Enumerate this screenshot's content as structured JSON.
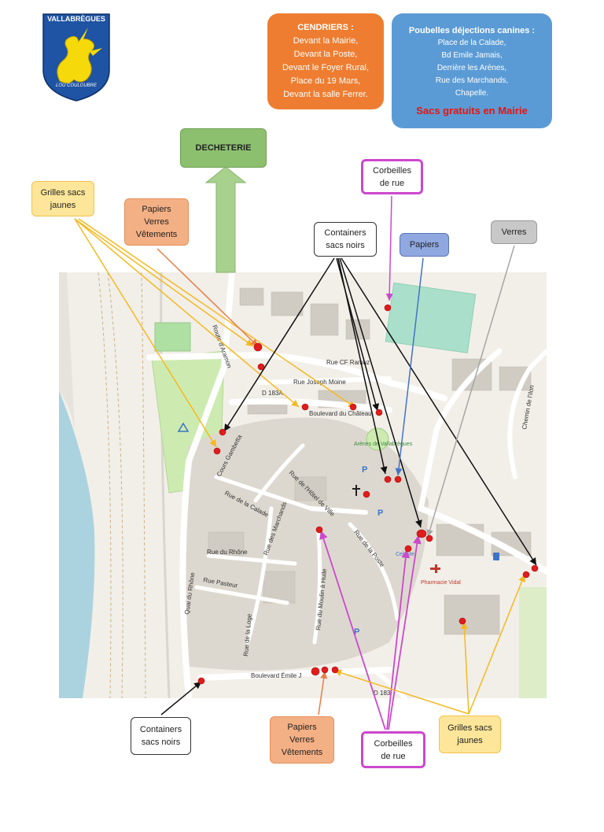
{
  "crest": {
    "title": "VALLABRÈGUES",
    "motto": "LOU COULOUBRE",
    "colors": {
      "shield": "#1f53a3",
      "dragon": "#f5d90a"
    }
  },
  "cendriers": {
    "title": "CENDRIERS :",
    "lines": [
      "Devant la Mairie,",
      "Devant la Poste,",
      "Devant le Foyer Rural,",
      "Place du 19 Mars,",
      "Devant la salle Ferrer."
    ],
    "color": "#ee7d31"
  },
  "poubelles": {
    "title": "Poubelles déjections canines :",
    "lines": [
      "Place de la Calade,",
      "Bd Emile Jamais,",
      "Derrière les Arènes,",
      "Rue des Marchands,",
      "Chapelle."
    ],
    "highlight": "Sacs gratuits en Mairie",
    "color": "#5b9bd5"
  },
  "decheterie": {
    "label": "DECHETERIE",
    "color": "#8cc06e"
  },
  "callouts": {
    "grilles_top": [
      "Grilles sacs",
      "jaunes"
    ],
    "papiers_top": [
      "Papiers",
      "Verres",
      "Vêtements"
    ],
    "corbeilles_top": [
      "Corbeilles",
      "de rue"
    ],
    "containers_top": [
      "Containers",
      "sacs noirs"
    ],
    "papiers_blue": "Papiers",
    "verres": "Verres",
    "containers_bot": [
      "Containers",
      "sacs noirs"
    ],
    "papiers_bot": [
      "Papiers",
      "Verres",
      "Vêtements"
    ],
    "corbeilles_bot": [
      "Corbeilles",
      "de rue"
    ],
    "grilles_bot": [
      "Grilles sacs",
      "jaunes"
    ]
  },
  "map_labels": {
    "route_aramon": "Route d'Aramon",
    "rue_cf_ramuz": "Rue CF Ramuz",
    "rue_joseph_moine": "Rue Joseph Moine",
    "d183a": "D 183A",
    "bd_chateau": "Boulevard du Château",
    "cours_gambetta": "Cours Gambetta",
    "rue_calade": "Rue de la Calade",
    "rue_hotel_ville": "Rue de l'Hôtel de Ville",
    "rue_marchands": "Rue des Marchands",
    "rue_rhone": "Rue du Rhône",
    "rue_pasteur": "Rue Pasteur",
    "quai_rhone": "Quai du Rhône",
    "rue_loge": "Rue de la Loge",
    "rue_moulin": "Rue du Moulin à Huile",
    "rue_poste": "Rue de la Poste",
    "bd_emile": "Boulevard Émile J",
    "arenes": "Arènes de Vallabrègues",
    "celeste": "Celeste",
    "pharmacie": "Pharmacie Vidal",
    "chemin_ilon": "Chemin de l'Ilon",
    "d183": "D 183",
    "parking": "P"
  },
  "legend_colors": {
    "containers": "#111111",
    "grilles": "#f5b921",
    "papiers": "#e97d46",
    "corbeilles": "#cc48cc",
    "papiers_blue": "#4472c4",
    "verres": "#a6a6a6",
    "bin_dot": "#e21b1b"
  }
}
